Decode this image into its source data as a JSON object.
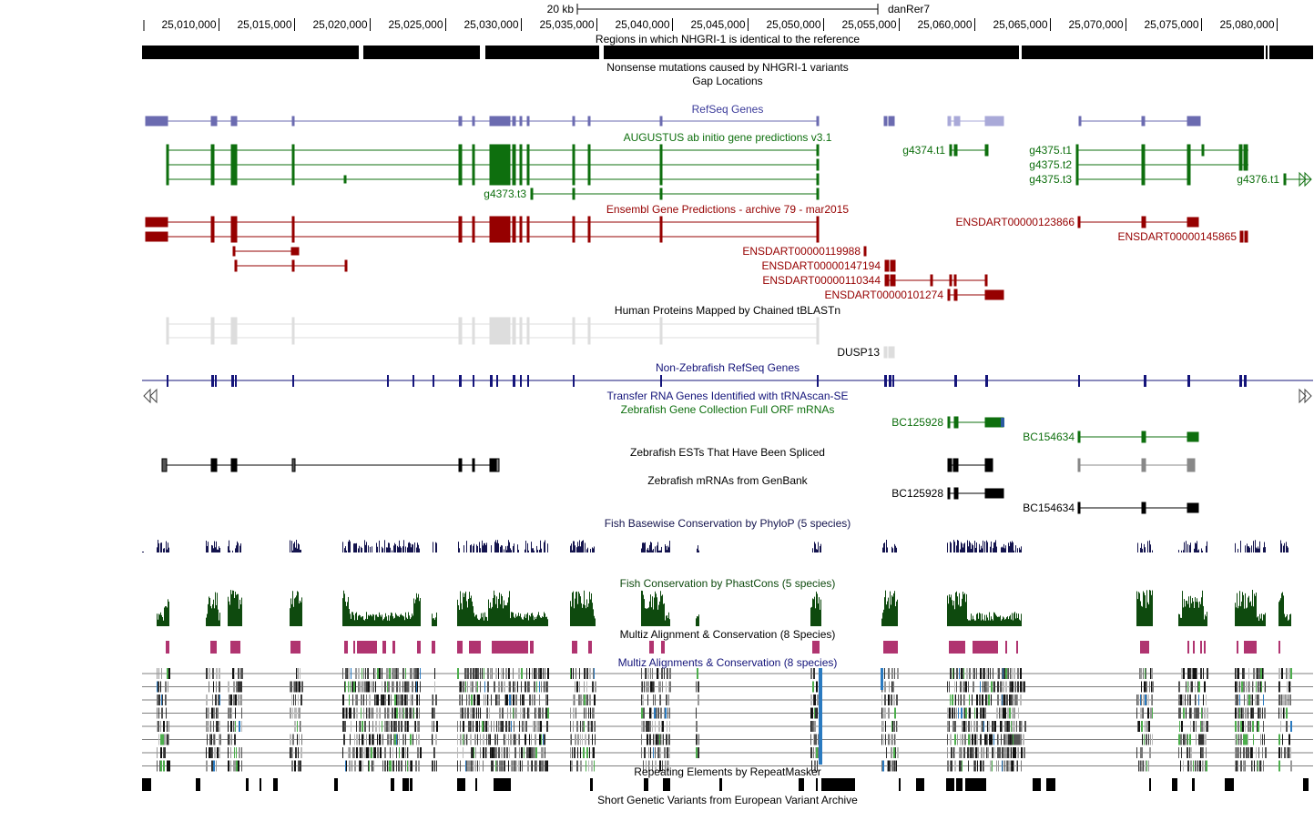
{
  "scale": {
    "label": "20 kb",
    "assembly": "danRer7"
  },
  "ruler": {
    "ticks": [
      {
        "label": "25,010,000",
        "pos": 25010000
      },
      {
        "label": "25,015,000",
        "pos": 25015000
      },
      {
        "label": "25,020,000",
        "pos": 25020000
      },
      {
        "label": "25,025,000",
        "pos": 25025000
      },
      {
        "label": "25,030,000",
        "pos": 25030000
      },
      {
        "label": "25,035,000",
        "pos": 25035000
      },
      {
        "label": "25,040,000",
        "pos": 25040000
      },
      {
        "label": "25,045,000",
        "pos": 25045000
      },
      {
        "label": "25,050,000",
        "pos": 25050000
      },
      {
        "label": "25,055,000",
        "pos": 25055000
      },
      {
        "label": "25,060,000",
        "pos": 25060000
      },
      {
        "label": "25,065,000",
        "pos": 25065000
      },
      {
        "label": "25,070,000",
        "pos": 25070000
      },
      {
        "label": "25,075,000",
        "pos": 25075000
      },
      {
        "label": "25,080,000",
        "pos": 25080000
      }
    ]
  },
  "tracks": {
    "identical": "Regions in which NHGRI-1 is identical to the reference",
    "nonsense": "Nonsense mutations caused by NHGRI-1 variants",
    "gap": "Gap Locations",
    "refseq": "RefSeq Genes",
    "augustus": "AUGUSTUS ab initio gene predictions v3.1",
    "ensembl": "Ensembl Gene Predictions - archive 79 - mar2015",
    "human_proteins": "Human Proteins Mapped by Chained tBLASTn",
    "non_zebrafish_refseq": "Non-Zebrafish RefSeq Genes",
    "trna": "Transfer RNA Genes Identified with tRNAscan-SE",
    "zgc": "Zebrafish Gene Collection Full ORF mRNAs",
    "spliced_est": "Zebrafish ESTs That Have Been Spliced",
    "mrna": "Zebrafish mRNAs from GenBank",
    "phylop": "Fish Basewise Conservation by PhyloP (5 species)",
    "phastcons": "Fish Conservation by PhastCons (5 species)",
    "multiz": "Multiz Alignment & Conservation (8 Species)",
    "multiz_alignments": "Multiz Alignments & Conservation (8 species)",
    "repeatmasker": "Repeating Elements by RepeatMasker",
    "eva": "Short Genetic Variants from European Variant Archive"
  },
  "gene_labels": {
    "g4374_t1": "g4374.t1",
    "g4375_t1": "g4375.t1",
    "g4375_t2": "g4375.t2",
    "g4375_t3": "g4375.t3",
    "g4376_t1": "g4376.t1",
    "g4373_t3": "g4373.t3",
    "ens_123866": "ENSDART00000123866",
    "ens_145865": "ENSDART00000145865",
    "ens_119988": "ENSDART00000119988",
    "ens_147194": "ENSDART00000147194",
    "ens_110344": "ENSDART00000110344",
    "ens_101274": "ENSDART00000101274",
    "dusp13": "DUSP13",
    "bc125928_zgc": "BC125928",
    "bc154634_zgc": "BC154634",
    "bc125928_mrna": "BC125928",
    "bc154634_mrna": "BC154634"
  },
  "colors": {
    "refseq": "#6b6bb0",
    "refseq_light": "#a9a9d8",
    "augustus": "#0e6f0e",
    "ensembl": "#960000",
    "human_proteins": "#dddddd",
    "nonzf": "#14147a",
    "zgc": "#0e6f0e",
    "phylop": "#14144e",
    "phastcons": "#0e4a0e",
    "multiz_cons": "#b03470",
    "nav_arrow": "#444444"
  }
}
